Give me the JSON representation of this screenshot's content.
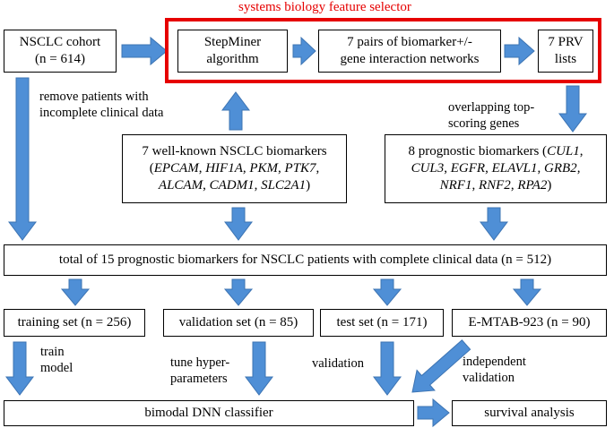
{
  "title": "systems biology feature selector",
  "colors": {
    "arrow": "#4f8fd6",
    "arrow_stroke": "#3d74b3",
    "frame": "#e60000"
  },
  "boxes": {
    "cohort": [
      "NSCLC cohort",
      "(n = 614)"
    ],
    "stepminer": [
      "StepMiner",
      "algorithm"
    ],
    "pairs": [
      "7 pairs of biomarker+/-",
      "gene interaction networks"
    ],
    "prv": [
      "7 PRV",
      "lists"
    ],
    "known_head": "7 well-known NSCLC biomarkers",
    "known_genes": [
      "EPCAM",
      "HIF1A",
      "PKM",
      "PTK7",
      "ALCAM",
      "CADM1",
      "SLC2A1"
    ],
    "prog_head": "8 prognostic biomarkers (",
    "prog_genes": [
      "CUL1",
      "CUL3",
      "EGFR",
      "ELAVL1",
      "GRB2",
      "NRF1",
      "RNF2",
      "RPA2"
    ],
    "total": "total of 15 prognostic biomarkers for NSCLC patients with complete clinical data  (n = 512)",
    "training": "training set (n = 256)",
    "validation": "validation set (n = 85)",
    "test": "test set (n = 171)",
    "emtab": "E-MTAB-923 (n = 90)",
    "dnn": "bimodal DNN classifier",
    "survival": "survival analysis"
  },
  "labels": {
    "remove": [
      "remove patients with",
      "incomplete clinical data"
    ],
    "overlap": [
      "overlapping top-",
      "scoring genes"
    ],
    "train": [
      "train",
      "model"
    ],
    "tune": [
      "tune hyper-",
      "parameters"
    ],
    "validation": "validation",
    "independent": [
      "independent",
      "validation"
    ]
  }
}
